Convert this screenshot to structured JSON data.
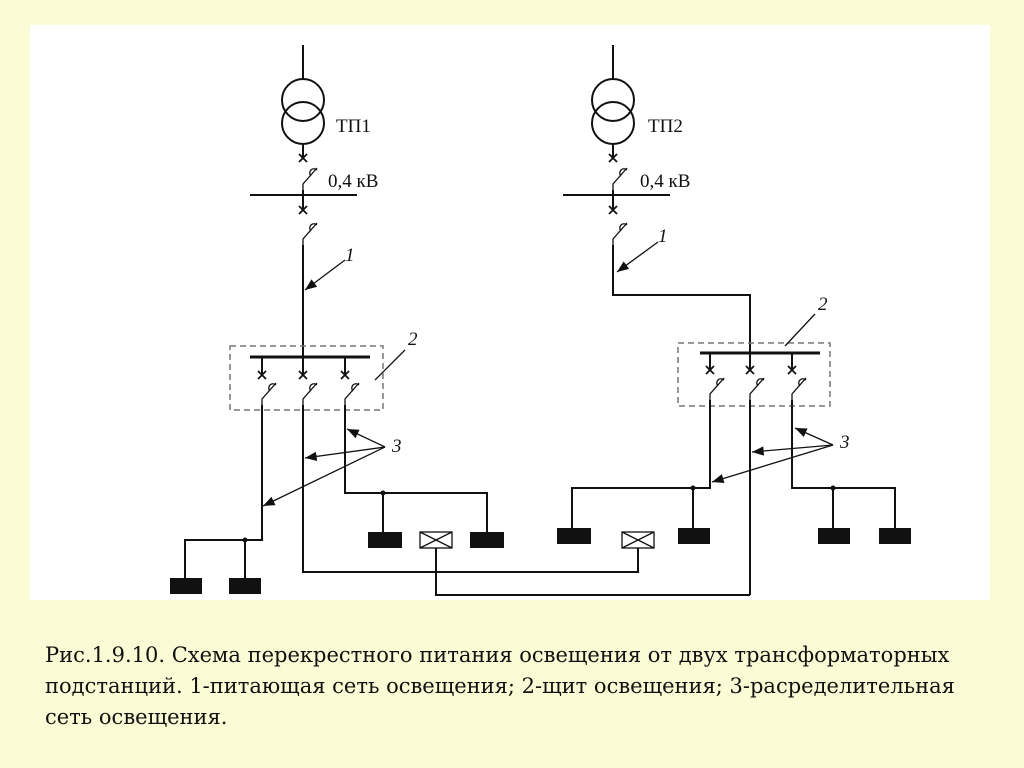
{
  "diagram": {
    "substation_1": "ТП1",
    "substation_2": "ТП2",
    "voltage_1": "0,4 кВ",
    "voltage_2": "0,4 кВ",
    "callout_supply": "1",
    "callout_panel": "2",
    "callout_distribution": "3"
  },
  "caption": "Рис.1.9.10. Схема перекрестного питания освещения от двух трансформаторных подстанций. 1-питающая сеть освещения; 2-щит освещения; 3-расределительная сеть освещения."
}
